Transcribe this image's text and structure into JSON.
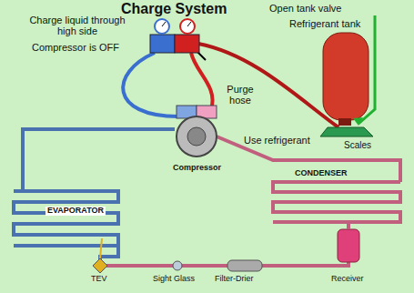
{
  "diagram": {
    "title": "Charge System",
    "labels": [
      "Charge liquid through high side",
      "Compressor is OFF",
      "Open tank valve",
      "Refrigerant tank",
      "Purge hose",
      "Use refrigerant",
      "Scales",
      "Compressor",
      "CONDENSER",
      "EVAPORATOR",
      "TEV",
      "Sight Glass",
      "Filter-Drier",
      "Receiver"
    ]
  }
}
